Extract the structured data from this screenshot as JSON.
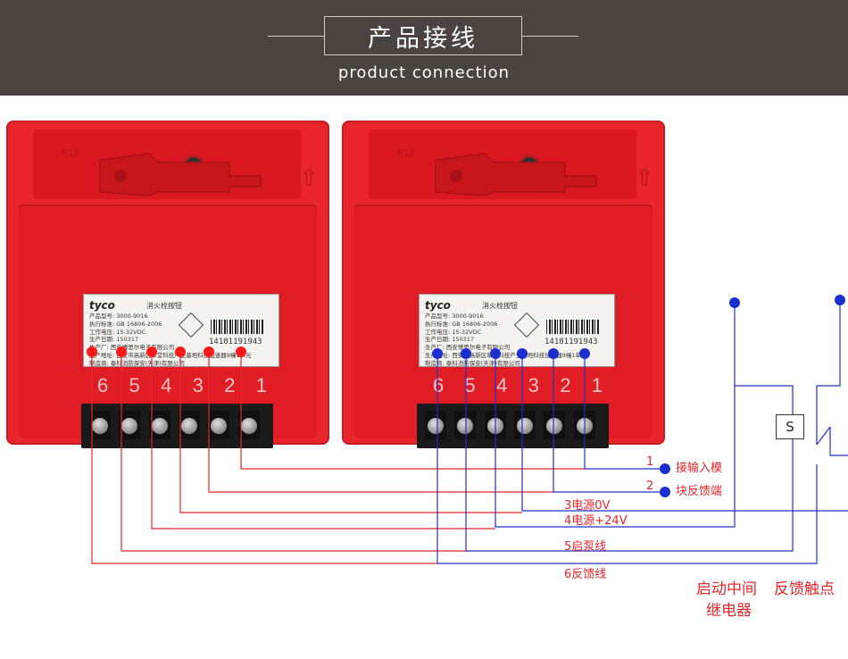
{
  "header": {
    "title": "产品接线",
    "subtitle": "product connection"
  },
  "devices": [
    {
      "code": "013",
      "label": {
        "brand": "tyco",
        "product_name": "消火栓按钮",
        "lines": [
          "产品型号: 3000-9016",
          "执行标准: GB 16806-2006",
          "工作电压: 15-32VDC",
          "生产日期: 150317",
          "生产厂: 西安博思尔电子有限公司",
          "生产地址: 西安市高新区草堂科技产业基地科技加速器9幢1单元",
          "制造商: 泰科消防保安(天津)有限公司"
        ],
        "serial": "14101191943"
      },
      "terminals": [
        "6",
        "5",
        "4",
        "3",
        "2",
        "1"
      ],
      "dot_color": "#ff1a1a"
    },
    {
      "code": "013",
      "label": {
        "brand": "tyco",
        "product_name": "消火栓按钮",
        "lines": [
          "产品型号: 3000-9016",
          "执行标准: GB 16806-2006",
          "工作电压: 15-32VDC",
          "生产日期: 150317",
          "生产厂: 西安博思尔电子有限公司",
          "生产地址: 西安市高新区草堂科技产业基地科技加速器9幢1单元",
          "制造商: 泰科消防保安(天津)有限公司"
        ],
        "serial": "14101191943"
      },
      "terminals": [
        "6",
        "5",
        "4",
        "3",
        "2",
        "1"
      ],
      "dot_color": "#1a2fd0"
    }
  ],
  "wiring": {
    "line1": {
      "num": "1",
      "text": "接输入模"
    },
    "line2": {
      "num": "2",
      "text": "块反馈端"
    },
    "line3": "3电源0V",
    "line4": "4电源+24V",
    "line5": "5启泵线",
    "line6": "6反馈线",
    "relay_symbol": "S",
    "relay_label_1": "启动中间",
    "relay_label_2": "继电器",
    "contact_label": "反馈触点"
  },
  "colors": {
    "banner": "#4a4340",
    "device_red": "#e8252b",
    "wire_red": "#e8252b",
    "wire_blue": "#2230c8"
  }
}
